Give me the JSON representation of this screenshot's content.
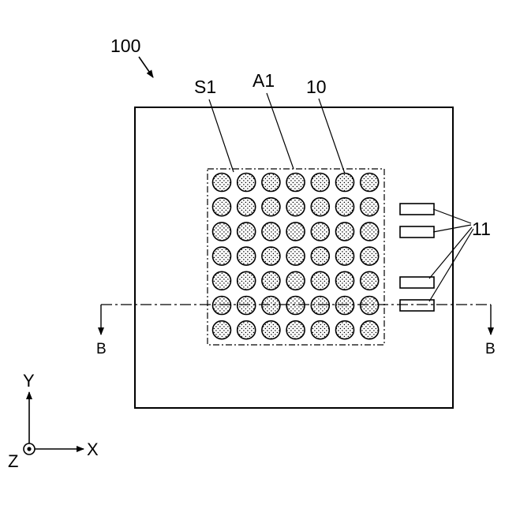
{
  "labels": {
    "device": "100",
    "region": "A1",
    "boundary": "S1",
    "bump": "10",
    "pads": "11",
    "section_left": "B",
    "section_right": "B"
  },
  "axes": {
    "y": "Y",
    "x": "X",
    "z": "Z"
  },
  "grid": {
    "rows": 7,
    "cols": 7
  },
  "pads": {
    "count": 4
  }
}
